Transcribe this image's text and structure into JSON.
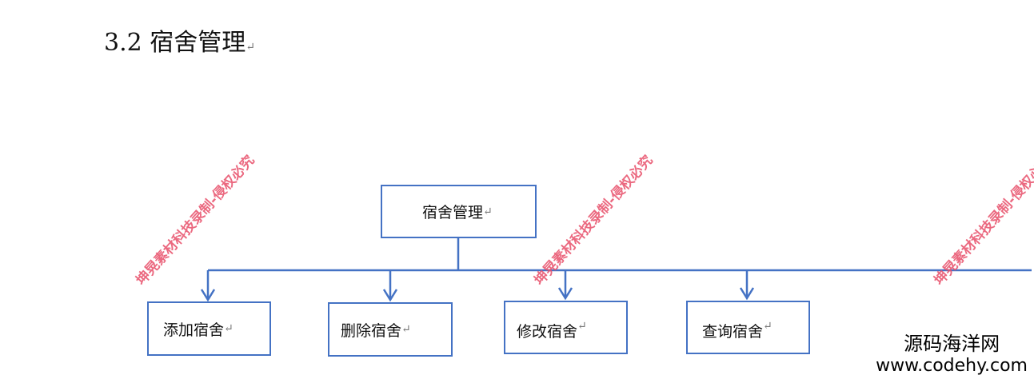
{
  "heading": {
    "number": "3.2",
    "title": "宿舍管理",
    "mark": "↵"
  },
  "diagram": {
    "root": "宿舍管理",
    "children": [
      "添加宿舍",
      "删除宿舍",
      "修改宿舍",
      "查询宿舍"
    ],
    "paragraph_mark": "↵",
    "line_color": "#4472c4"
  },
  "watermark": "坤晃素材科技录制-侵权必究",
  "site": {
    "name": "源码海洋网",
    "url": "www.codehy.com"
  }
}
